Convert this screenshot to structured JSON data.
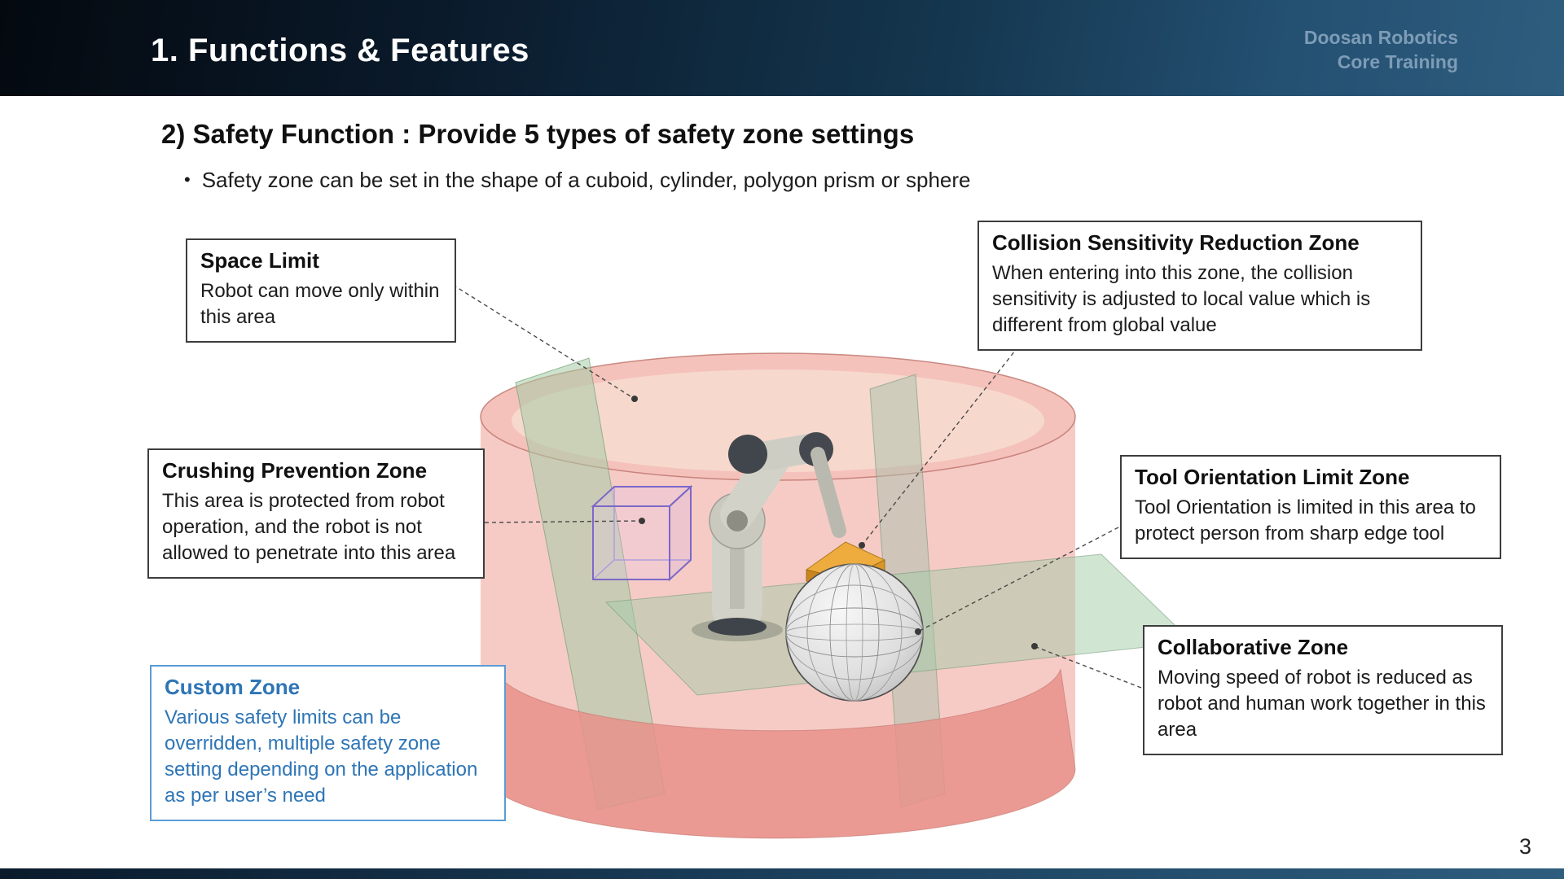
{
  "header": {
    "title": "1. Functions & Features",
    "brand_line1": "Doosan Robotics",
    "brand_line2": "Core Training"
  },
  "content": {
    "section_title": "2) Safety Function : Provide 5 types of safety zone settings",
    "bullet_marker": "•",
    "bullet": "Safety zone can be set in the shape of a cuboid, cylinder, polygon prism or sphere"
  },
  "callouts": {
    "space_limit": {
      "title": "Space Limit",
      "body": "Robot can move only within this area"
    },
    "collision": {
      "title": "Collision Sensitivity Reduction Zone",
      "body": "When entering into this zone, the collision sensitivity is adjusted to local value which is different from global value"
    },
    "crushing": {
      "title": "Crushing Prevention Zone",
      "body": "This area is protected from robot operation, and the robot is not allowed to penetrate into this area"
    },
    "tool_orientation": {
      "title": "Tool Orientation Limit Zone",
      "body": "Tool Orientation is limited in this area to protect person from sharp edge tool"
    },
    "collaborative": {
      "title": "Collaborative Zone",
      "body": "Moving speed of robot is reduced as robot and human work together in this area"
    },
    "custom": {
      "title": "Custom Zone",
      "body": "Various safety limits can be overridden, multiple safety zone setting depending on the application as per user’s need"
    }
  },
  "page_number": "3",
  "colors": {
    "accent_blue": "#2E75B6",
    "custom_border_blue": "#5B9BD5",
    "zone_red": "#F0A8A0",
    "zone_green": "#A6CCA6",
    "cube_purple": "#7B68C8",
    "tool_orange": "#EEAB3E",
    "sphere_gray": "#DCDCDC",
    "header_dark": "#0A1A2B",
    "header_light": "#2E5D7E"
  }
}
